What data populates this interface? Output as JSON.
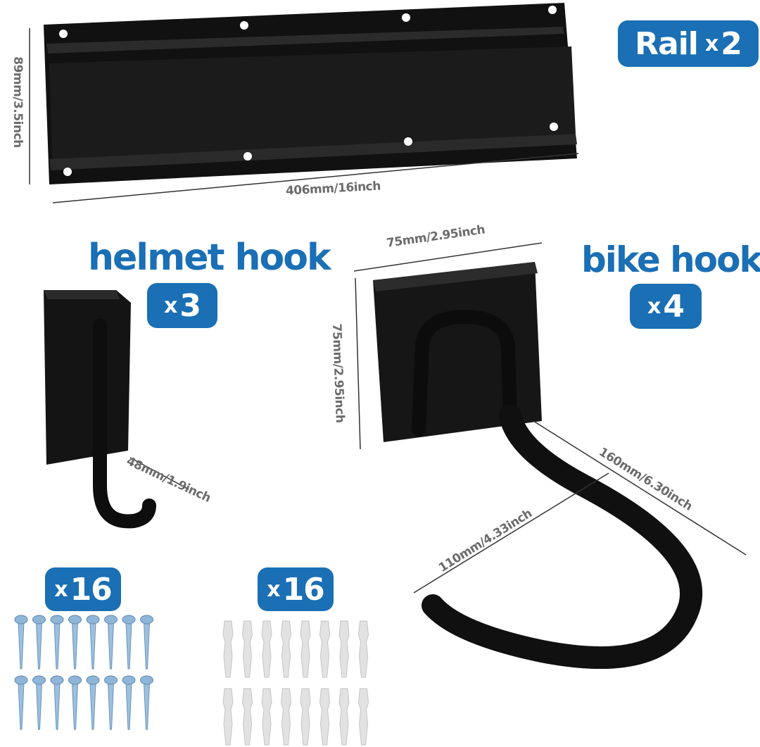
{
  "rail": {
    "name": "Rail",
    "count_x": "x",
    "count": "2"
  },
  "rail_dims": {
    "height": "89mm/3.5inch",
    "width": "406mm/16inch"
  },
  "helmet_hook": {
    "name": "helmet hook",
    "count_x": "x",
    "count": "3",
    "depth": "48mm/1.9inch"
  },
  "bike_hook": {
    "name": "bike hook",
    "count_x": "x",
    "count": "4",
    "plate_width": "75mm/2.95inch",
    "plate_height": "75mm/2.95inch",
    "length": "160mm/6.30inch",
    "reach": "110mm/4.33inch"
  },
  "screws": {
    "count_x": "x",
    "count": "16"
  },
  "anchors": {
    "count_x": "x",
    "count": "16"
  },
  "colors": {
    "badge": "#1a6fb5",
    "title": "#1a6fb5",
    "dimension_text": "#6b6b6b",
    "product": "#151515"
  }
}
